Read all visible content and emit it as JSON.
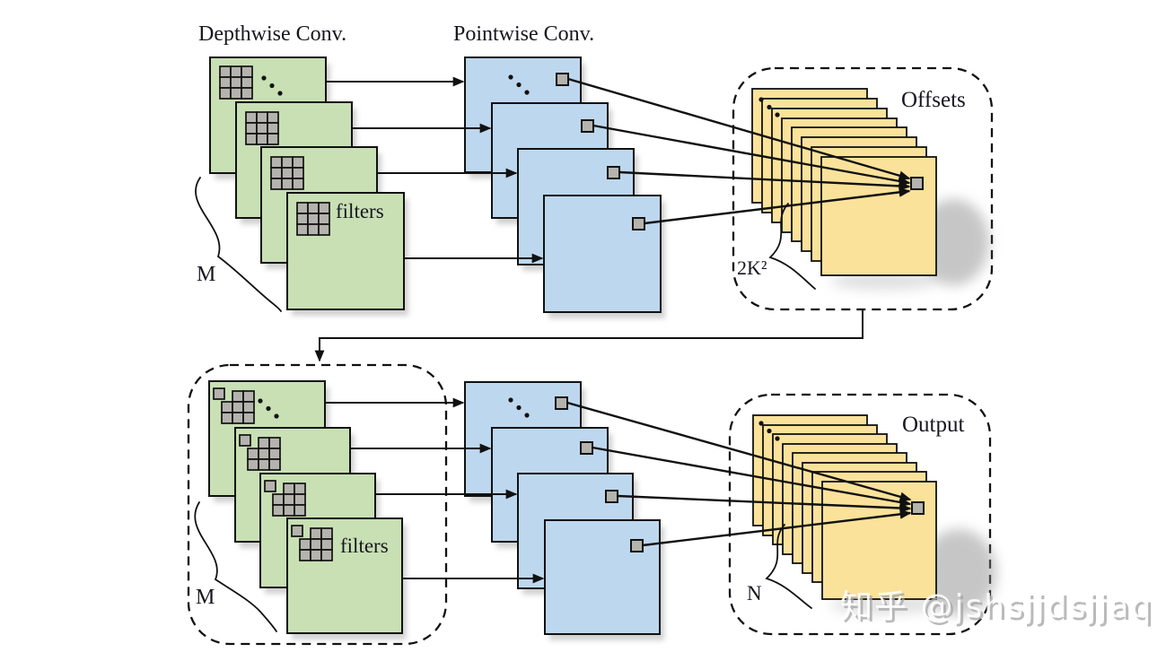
{
  "top_row": {
    "depthwise_title": "Depthwise Conv.",
    "pointwise_title": "Pointwise Conv.",
    "filters_label": "filters",
    "num_channels": "M",
    "offsets": {
      "title": "Offsets",
      "num_channels": "2K²"
    }
  },
  "bottom_row": {
    "filters_label": "filters",
    "num_channels": "M",
    "output": {
      "title": "Output",
      "num_channels": "N"
    }
  },
  "watermark": {
    "text": "知乎 @jshsjjdsjjaq"
  },
  "colors": {
    "depthwise_map_fill": "#c8e0b4",
    "pointwise_map_fill": "#bdd7ee",
    "offsets_map_fill": "#fbe29b",
    "kernel_cell_fill": "#b5b3ad",
    "outline": "#111111",
    "watermark_gray": "#a9a9a9"
  }
}
